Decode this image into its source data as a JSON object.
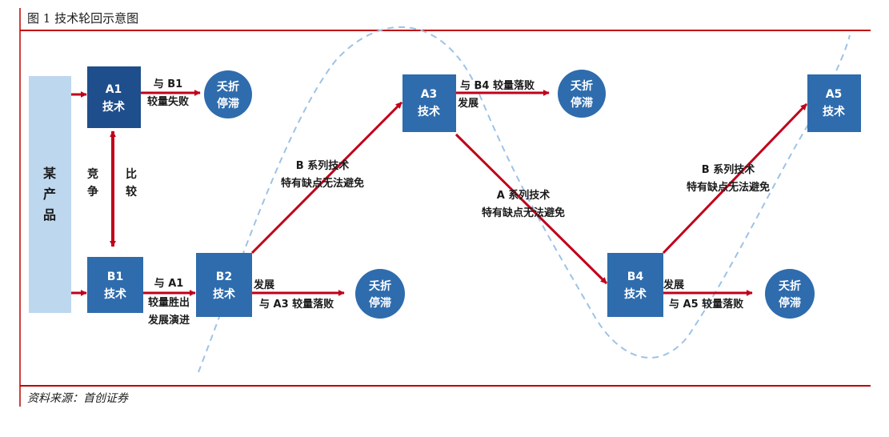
{
  "title": "图 1 技术轮回示意图",
  "source": "资料来源：首创证券",
  "product": [
    "某",
    "产",
    "品"
  ],
  "compete": [
    "竞",
    "争"
  ],
  "compare": [
    "比",
    "较"
  ],
  "boxes": {
    "a1": [
      "A1",
      "技术"
    ],
    "b1": [
      "B1",
      "技术"
    ],
    "b2": [
      "B2",
      "技术"
    ],
    "a3": [
      "A3",
      "技术"
    ],
    "b4": [
      "B4",
      "技术"
    ],
    "a5": [
      "A5",
      "技术"
    ]
  },
  "fail": [
    "夭折",
    "停滞"
  ],
  "labels": {
    "a1_fail": [
      "与 B1",
      "较量失败"
    ],
    "b1_win": [
      "与 A1",
      "较量胜出",
      "发展演进"
    ],
    "b2_dev": "发展",
    "b2_fail": "与 A3 较量落败",
    "a3_dev": "发展",
    "a3_fail": "与 B4 较量落败",
    "b4_dev": "发展",
    "b4_fail": "与 A5 较量落败",
    "b_defect_1": [
      "B 系列技术",
      "特有缺点无法避免"
    ],
    "a_defect": [
      "A 系列技术",
      "特有缺点无法避免"
    ],
    "b_defect_2": [
      "B 系列技术",
      "特有缺点无法避免"
    ]
  },
  "colors": {
    "rule": "#c00000",
    "arrow": "#c0001a",
    "box": "#2e6cad",
    "box_dark": "#1f4e8c",
    "circle": "#2e6cad",
    "product": "#bdd7ee",
    "curve": "#9dc3e6"
  }
}
